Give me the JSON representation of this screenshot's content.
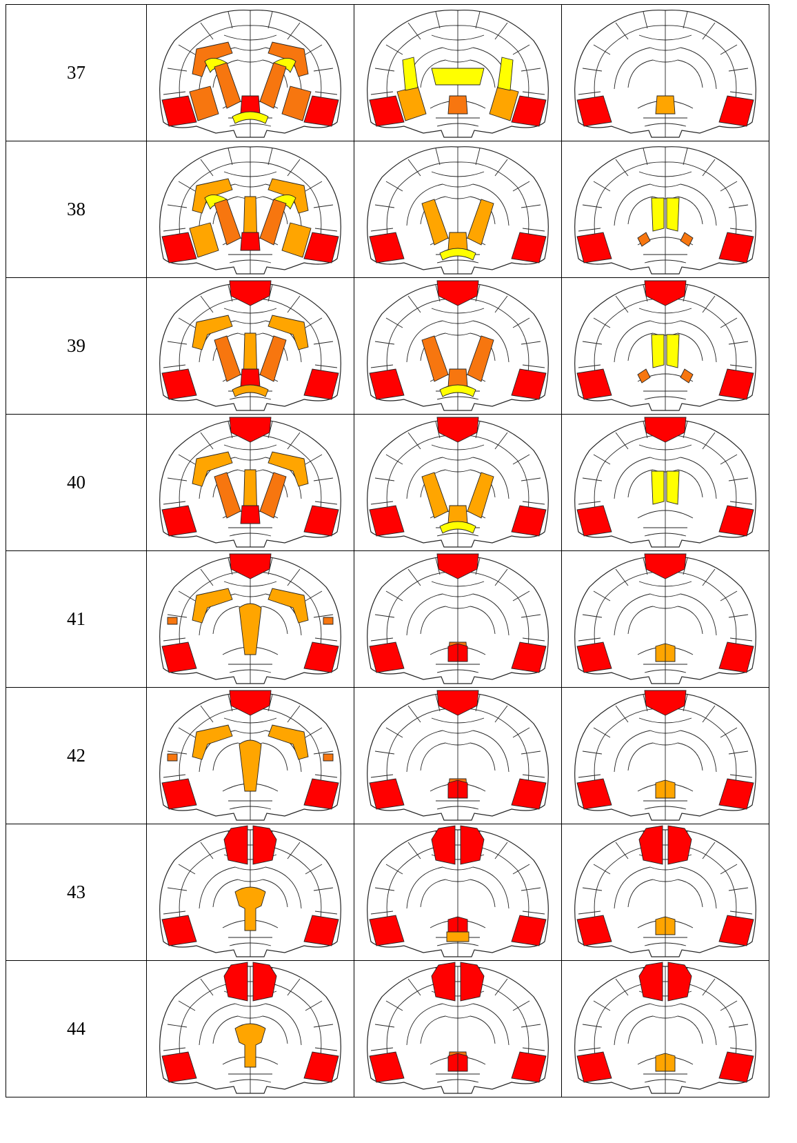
{
  "colors": {
    "strong": "#ff0000",
    "medium": "#f7760f",
    "moderate": "#ffa500",
    "weak": "#ffff00",
    "outline": "#222222",
    "background": "#ffffff"
  },
  "rows": [
    {
      "label": "37",
      "sections": [
        {
          "regions": [
            {
              "name": "ventral-cortex-left",
              "color": "strong"
            },
            {
              "name": "ventral-cortex-right",
              "color": "strong"
            },
            {
              "name": "lateral-cortex-left",
              "color": "medium"
            },
            {
              "name": "lateral-cortex-right",
              "color": "medium"
            },
            {
              "name": "dorsal-arc-left",
              "color": "medium"
            },
            {
              "name": "dorsal-arc-right",
              "color": "medium"
            },
            {
              "name": "inner-ring-left",
              "color": "weak"
            },
            {
              "name": "inner-ring-right",
              "color": "weak"
            },
            {
              "name": "medial-band-left",
              "color": "medium"
            },
            {
              "name": "medial-band-right",
              "color": "medium"
            },
            {
              "name": "midline-core",
              "color": "strong"
            },
            {
              "name": "ventral-arc",
              "color": "weak"
            }
          ]
        },
        {
          "regions": [
            {
              "name": "ventral-cortex-left",
              "color": "strong"
            },
            {
              "name": "ventral-cortex-right",
              "color": "strong"
            },
            {
              "name": "lateral-cortex-left",
              "color": "moderate"
            },
            {
              "name": "lateral-cortex-right",
              "color": "moderate"
            },
            {
              "name": "lateral-band-left",
              "color": "weak"
            },
            {
              "name": "lateral-band-right",
              "color": "weak"
            },
            {
              "name": "central-band",
              "color": "weak"
            },
            {
              "name": "midline-core",
              "color": "medium"
            }
          ]
        },
        {
          "regions": [
            {
              "name": "ventral-cortex-left",
              "color": "strong"
            },
            {
              "name": "ventral-cortex-right",
              "color": "strong"
            },
            {
              "name": "midline-core",
              "color": "moderate"
            }
          ]
        }
      ]
    },
    {
      "label": "38",
      "sections": [
        {
          "regions": [
            {
              "name": "ventral-cortex-left",
              "color": "strong"
            },
            {
              "name": "ventral-cortex-right",
              "color": "strong"
            },
            {
              "name": "lateral-cortex-left",
              "color": "moderate"
            },
            {
              "name": "lateral-cortex-right",
              "color": "moderate"
            },
            {
              "name": "dorsal-arc-left",
              "color": "moderate"
            },
            {
              "name": "dorsal-arc-right",
              "color": "moderate"
            },
            {
              "name": "inner-ring-left",
              "color": "weak"
            },
            {
              "name": "inner-ring-right",
              "color": "weak"
            },
            {
              "name": "medial-band-left",
              "color": "medium"
            },
            {
              "name": "medial-band-right",
              "color": "medium"
            },
            {
              "name": "midline-column",
              "color": "moderate"
            },
            {
              "name": "midline-core",
              "color": "strong"
            }
          ]
        },
        {
          "regions": [
            {
              "name": "ventral-cortex-left",
              "color": "strong"
            },
            {
              "name": "ventral-cortex-right",
              "color": "strong"
            },
            {
              "name": "medial-band-left",
              "color": "moderate"
            },
            {
              "name": "medial-band-right",
              "color": "moderate"
            },
            {
              "name": "midline-core",
              "color": "moderate"
            },
            {
              "name": "ventral-arc",
              "color": "weak"
            }
          ]
        },
        {
          "regions": [
            {
              "name": "ventral-cortex-left",
              "color": "strong"
            },
            {
              "name": "ventral-cortex-right",
              "color": "strong"
            },
            {
              "name": "central-pair",
              "color": "weak"
            },
            {
              "name": "ventral-strip-left",
              "color": "medium"
            },
            {
              "name": "ventral-strip-right",
              "color": "medium"
            }
          ]
        }
      ]
    },
    {
      "label": "39",
      "sections": [
        {
          "regions": [
            {
              "name": "dorsal-cap",
              "color": "strong"
            },
            {
              "name": "ventral-cortex-left",
              "color": "strong"
            },
            {
              "name": "ventral-cortex-right",
              "color": "strong"
            },
            {
              "name": "dorsal-arc-left",
              "color": "moderate"
            },
            {
              "name": "dorsal-arc-right",
              "color": "moderate"
            },
            {
              "name": "medial-band-left",
              "color": "medium"
            },
            {
              "name": "medial-band-right",
              "color": "medium"
            },
            {
              "name": "midline-column",
              "color": "moderate"
            },
            {
              "name": "midline-core",
              "color": "strong"
            },
            {
              "name": "ventral-arc",
              "color": "moderate"
            }
          ]
        },
        {
          "regions": [
            {
              "name": "dorsal-cap",
              "color": "strong"
            },
            {
              "name": "ventral-cortex-left",
              "color": "strong"
            },
            {
              "name": "ventral-cortex-right",
              "color": "strong"
            },
            {
              "name": "medial-band-left",
              "color": "medium"
            },
            {
              "name": "medial-band-right",
              "color": "medium"
            },
            {
              "name": "midline-core",
              "color": "medium"
            },
            {
              "name": "ventral-arc",
              "color": "weak"
            }
          ]
        },
        {
          "regions": [
            {
              "name": "dorsal-cap",
              "color": "strong"
            },
            {
              "name": "ventral-cortex-left",
              "color": "strong"
            },
            {
              "name": "ventral-cortex-right",
              "color": "strong"
            },
            {
              "name": "central-pair",
              "color": "weak"
            },
            {
              "name": "ventral-strip-left",
              "color": "medium"
            },
            {
              "name": "ventral-strip-right",
              "color": "medium"
            }
          ]
        }
      ]
    },
    {
      "label": "40",
      "sections": [
        {
          "regions": [
            {
              "name": "dorsal-cap",
              "color": "strong"
            },
            {
              "name": "ventral-cortex-left",
              "color": "strong"
            },
            {
              "name": "ventral-cortex-right",
              "color": "strong"
            },
            {
              "name": "dorsal-arc-left",
              "color": "moderate"
            },
            {
              "name": "dorsal-arc-right",
              "color": "moderate"
            },
            {
              "name": "medial-band-left",
              "color": "medium"
            },
            {
              "name": "medial-band-right",
              "color": "medium"
            },
            {
              "name": "midline-column",
              "color": "moderate"
            },
            {
              "name": "midline-core",
              "color": "strong"
            }
          ]
        },
        {
          "regions": [
            {
              "name": "dorsal-cap",
              "color": "strong"
            },
            {
              "name": "ventral-cortex-left",
              "color": "strong"
            },
            {
              "name": "ventral-cortex-right",
              "color": "strong"
            },
            {
              "name": "medial-band-left",
              "color": "moderate"
            },
            {
              "name": "medial-band-right",
              "color": "moderate"
            },
            {
              "name": "midline-core",
              "color": "moderate"
            },
            {
              "name": "ventral-arc",
              "color": "weak"
            }
          ]
        },
        {
          "regions": [
            {
              "name": "dorsal-cap",
              "color": "strong"
            },
            {
              "name": "ventral-cortex-left",
              "color": "strong"
            },
            {
              "name": "ventral-cortex-right",
              "color": "strong"
            },
            {
              "name": "central-pair",
              "color": "weak"
            }
          ]
        }
      ]
    },
    {
      "label": "41",
      "sections": [
        {
          "regions": [
            {
              "name": "dorsal-cap",
              "color": "strong"
            },
            {
              "name": "ventral-cortex-left",
              "color": "strong"
            },
            {
              "name": "ventral-cortex-right",
              "color": "strong"
            },
            {
              "name": "lateral-spot-left",
              "color": "medium"
            },
            {
              "name": "lateral-spot-right",
              "color": "medium"
            },
            {
              "name": "dorsal-arc-left",
              "color": "moderate"
            },
            {
              "name": "dorsal-arc-right",
              "color": "moderate"
            },
            {
              "name": "central-wedge",
              "color": "moderate"
            }
          ]
        },
        {
          "regions": [
            {
              "name": "dorsal-cap",
              "color": "strong"
            },
            {
              "name": "ventral-cortex-left",
              "color": "strong"
            },
            {
              "name": "ventral-cortex-right",
              "color": "strong"
            },
            {
              "name": "midline-core",
              "color": "medium"
            },
            {
              "name": "ventral-pair",
              "color": "strong"
            }
          ]
        },
        {
          "regions": [
            {
              "name": "dorsal-cap",
              "color": "strong"
            },
            {
              "name": "ventral-cortex-left",
              "color": "strong"
            },
            {
              "name": "ventral-cortex-right",
              "color": "strong"
            },
            {
              "name": "ventral-pair",
              "color": "moderate"
            }
          ]
        }
      ]
    },
    {
      "label": "42",
      "sections": [
        {
          "regions": [
            {
              "name": "dorsal-cap",
              "color": "strong"
            },
            {
              "name": "ventral-cortex-left",
              "color": "strong"
            },
            {
              "name": "ventral-cortex-right",
              "color": "strong"
            },
            {
              "name": "lateral-spot-left",
              "color": "medium"
            },
            {
              "name": "lateral-spot-right",
              "color": "medium"
            },
            {
              "name": "dorsal-arc-left",
              "color": "moderate"
            },
            {
              "name": "dorsal-arc-right",
              "color": "moderate"
            },
            {
              "name": "central-wedge",
              "color": "moderate"
            }
          ]
        },
        {
          "regions": [
            {
              "name": "dorsal-cap",
              "color": "strong"
            },
            {
              "name": "ventral-cortex-left",
              "color": "strong"
            },
            {
              "name": "ventral-cortex-right",
              "color": "strong"
            },
            {
              "name": "midline-core",
              "color": "medium"
            },
            {
              "name": "ventral-pair",
              "color": "strong"
            }
          ]
        },
        {
          "regions": [
            {
              "name": "dorsal-cap",
              "color": "strong"
            },
            {
              "name": "ventral-cortex-left",
              "color": "strong"
            },
            {
              "name": "ventral-cortex-right",
              "color": "strong"
            },
            {
              "name": "ventral-pair",
              "color": "moderate"
            }
          ]
        }
      ]
    },
    {
      "label": "43",
      "sections": [
        {
          "regions": [
            {
              "name": "dorsal-wings",
              "color": "strong"
            },
            {
              "name": "ventral-cortex-left",
              "color": "strong"
            },
            {
              "name": "ventral-cortex-right",
              "color": "strong"
            },
            {
              "name": "central-bulb",
              "color": "moderate"
            }
          ]
        },
        {
          "regions": [
            {
              "name": "dorsal-wings",
              "color": "strong"
            },
            {
              "name": "ventral-cortex-left",
              "color": "strong"
            },
            {
              "name": "ventral-cortex-right",
              "color": "strong"
            },
            {
              "name": "ventral-pair",
              "color": "strong"
            },
            {
              "name": "ventral-base",
              "color": "moderate"
            }
          ]
        },
        {
          "regions": [
            {
              "name": "dorsal-wings",
              "color": "strong"
            },
            {
              "name": "ventral-cortex-left",
              "color": "strong"
            },
            {
              "name": "ventral-cortex-right",
              "color": "strong"
            },
            {
              "name": "ventral-pair",
              "color": "moderate"
            }
          ]
        }
      ]
    },
    {
      "label": "44",
      "sections": [
        {
          "regions": [
            {
              "name": "dorsal-wings",
              "color": "strong"
            },
            {
              "name": "ventral-cortex-left",
              "color": "strong"
            },
            {
              "name": "ventral-cortex-right",
              "color": "strong"
            },
            {
              "name": "central-bulb",
              "color": "moderate"
            }
          ]
        },
        {
          "regions": [
            {
              "name": "dorsal-wings",
              "color": "strong"
            },
            {
              "name": "ventral-cortex-left",
              "color": "strong"
            },
            {
              "name": "ventral-cortex-right",
              "color": "strong"
            },
            {
              "name": "midline-core",
              "color": "medium"
            },
            {
              "name": "ventral-pair",
              "color": "strong"
            }
          ]
        },
        {
          "regions": [
            {
              "name": "dorsal-wings",
              "color": "strong"
            },
            {
              "name": "ventral-cortex-left",
              "color": "strong"
            },
            {
              "name": "ventral-cortex-right",
              "color": "strong"
            },
            {
              "name": "ventral-pair",
              "color": "moderate"
            }
          ]
        }
      ]
    }
  ]
}
